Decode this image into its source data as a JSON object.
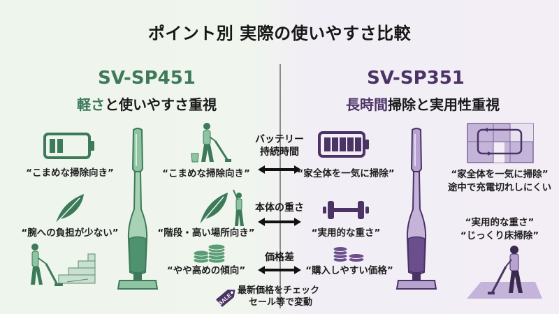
{
  "title": "ポイント別 実際の使いやすさ比較",
  "colors": {
    "green_accent": "#3c7a5a",
    "green_light": "#8fc4a2",
    "purple_accent": "#4b3366",
    "purple_light": "#b6a3cf",
    "bg_left": "#eef5ec",
    "bg_right": "#f3eef5"
  },
  "left": {
    "model": "SV-SP451",
    "subtitle_highlight": "軽さ",
    "subtitle_rest": "と使いやすさ重視",
    "features": [
      {
        "icon": "battery-low-icon",
        "caption": "“こまめな掃除向き”"
      },
      {
        "icon": "feather-icon",
        "caption": "“腕への負担が少ない”"
      },
      {
        "icon": "person-vacuuming-stairs-icon"
      }
    ],
    "comparisons": {
      "battery_caption": "“こまめな掃除向き”",
      "weight_caption": "“階段・高い場所向き”",
      "price_caption": "“やや高めの傾向”"
    }
  },
  "right": {
    "model": "SV-SP351",
    "subtitle_highlight": "長時間",
    "subtitle_rest": "掃除と実用性重視",
    "features": [
      {
        "icon": "floor-plan-loop-icon",
        "caption": "“家全体を一気に掃除”",
        "caption2": "途中で充電切れしにくい"
      },
      {
        "icon": "person-vacuuming-floor-icon",
        "caption": "“実用的な重さ”",
        "caption2": "“じっくり床掃除”"
      }
    ],
    "comparisons": {
      "battery_caption": "“家全体を一気に掃除”",
      "weight_caption": "“実用的な重さ”",
      "price_caption": "“購入しやすい価格”"
    }
  },
  "center": {
    "battery_label_line1": "バッテリー",
    "battery_label_line2": "持続時間",
    "weight_label": "本体の重さ",
    "price_label": "価格差",
    "sale_tag_text": "SALE",
    "sale_note_line1": "最新価格をチェック",
    "sale_note_line2": "セール等で変動"
  }
}
